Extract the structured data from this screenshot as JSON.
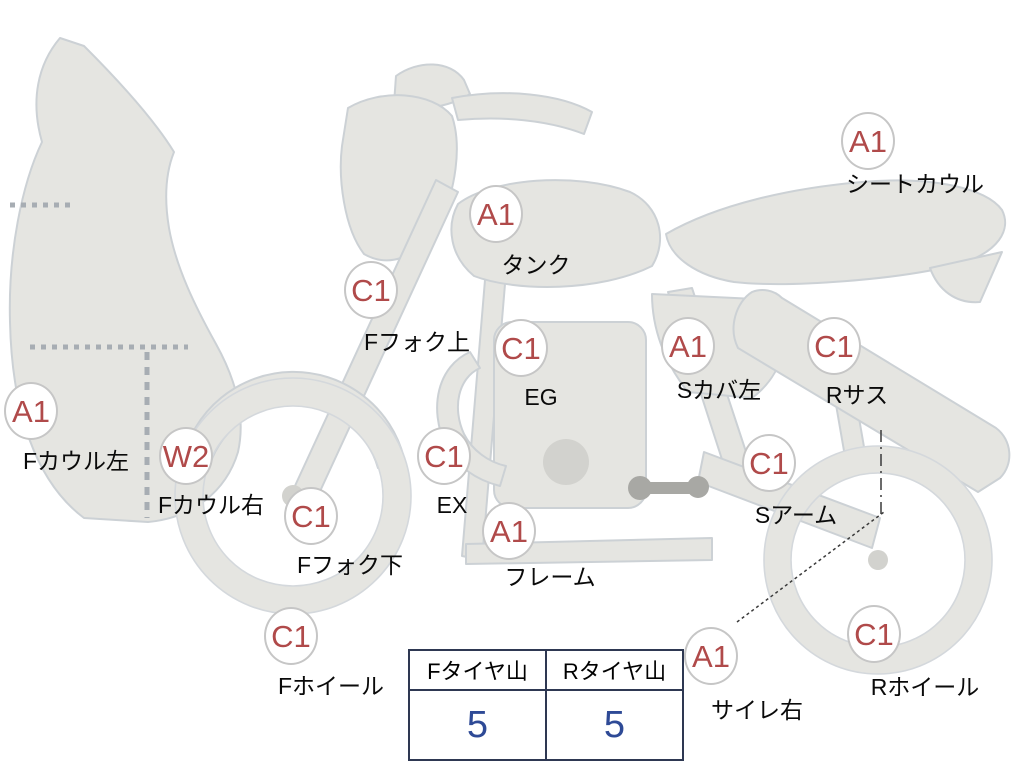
{
  "diagram": {
    "illustration": "motorcycle-side-view",
    "markers": [
      {
        "code": "A1",
        "label": "シートカウル"
      },
      {
        "code": "A1",
        "label": "タンク"
      },
      {
        "code": "C1",
        "label": "Fフォク上"
      },
      {
        "code": "C1",
        "label": "EG"
      },
      {
        "code": "A1",
        "label": "Sカバ左"
      },
      {
        "code": "C1",
        "label": "Rサス"
      },
      {
        "code": "A1",
        "label": "Fカウル左"
      },
      {
        "code": "W2",
        "label": "Fカウル右"
      },
      {
        "code": "C1",
        "label": "Fフォク下"
      },
      {
        "code": "C1",
        "label": "EX"
      },
      {
        "code": "A1",
        "label": "フレーム"
      },
      {
        "code": "C1",
        "label": "Sアーム"
      },
      {
        "code": "C1",
        "label": "Fホイール"
      },
      {
        "code": "A1",
        "label": "サイレ右"
      },
      {
        "code": "C1",
        "label": "Rホイール"
      }
    ]
  },
  "tire_table": {
    "headers": [
      "Fタイヤ山",
      "Rタイヤ山"
    ],
    "values": [
      "5",
      "5"
    ]
  },
  "colors": {
    "code_red": "#b04a4a",
    "value_blue": "#2e4a96",
    "body_gray": "#e5e5e1",
    "table_border": "#2e3852"
  }
}
